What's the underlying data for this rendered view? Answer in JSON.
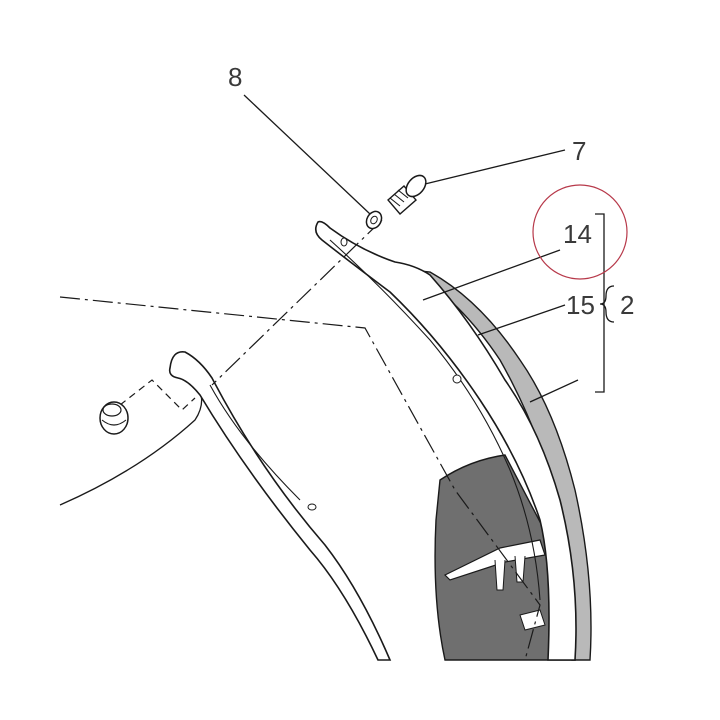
{
  "labels": {
    "screw": "7",
    "washer": "8",
    "panel_inner": "14",
    "panel_strip": "15",
    "assembly": "2"
  },
  "colors": {
    "ink": "#1a1a1a",
    "label_text": "#3a3a3a",
    "highlight_circle": "#b7394a",
    "recess_fill": "#6f6f6f",
    "strip_fill": "#b9b9b9"
  },
  "icons": {
    "screw": "screw-icon",
    "washer": "washer-icon",
    "rubber_grommet": "grommet-icon"
  }
}
